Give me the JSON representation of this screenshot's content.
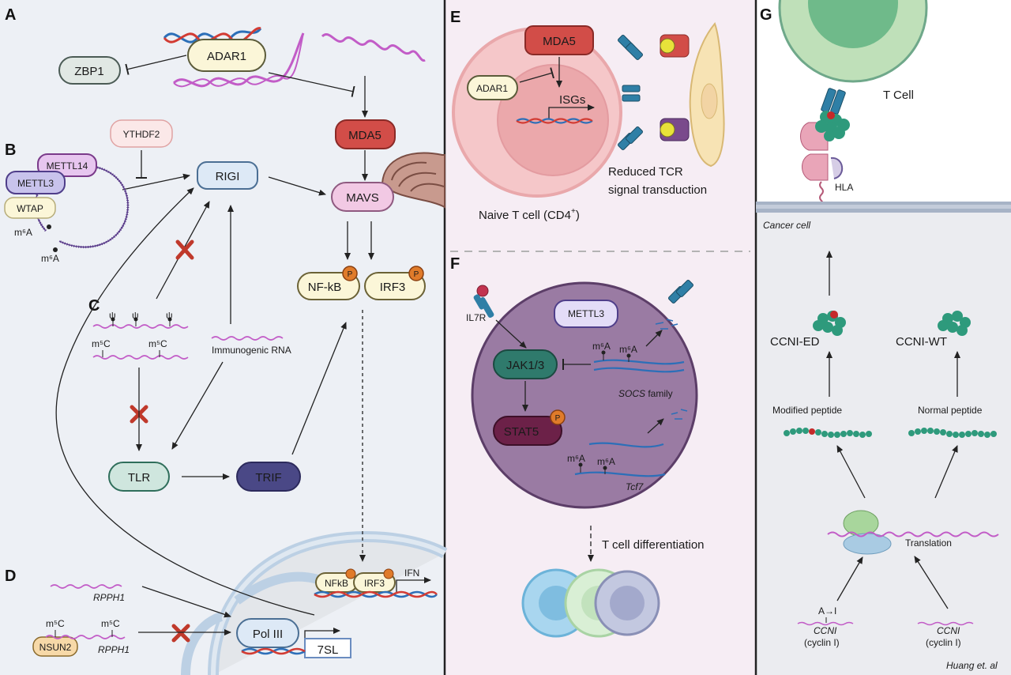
{
  "panels": {
    "a": "A",
    "b": "B",
    "c": "C",
    "d": "D",
    "e": "E",
    "f": "F",
    "g": "G"
  },
  "nodes": {
    "zbp1": "ZBP1",
    "adar1": "ADAR1",
    "mda5": "MDA5",
    "ythdf2": "YTHDF2",
    "rigi": "RIGI",
    "mavs": "MAVS",
    "nfkb": "NF-kB",
    "irf3": "IRF3",
    "mettl14": "METTL14",
    "mettl3": "METTL3",
    "wtap": "WTAP",
    "tlr": "TLR",
    "trif": "TRIF",
    "nfkb_nuc": "NFkB",
    "irf3_nuc": "IRF3",
    "pol3": "Pol III",
    "nsun2": "NSUN2",
    "sl7": "7SL",
    "e_mda5": "MDA5",
    "e_adar1": "ADAR1",
    "f_mettl3": "METTL3",
    "jak": "JAK1/3",
    "stat5": "STAT5",
    "phospho": "P"
  },
  "labels": {
    "m6a": "m⁶A",
    "m5c": "m⁵C",
    "psi": "ψ",
    "immunogenic_rna": "Immunogenic RNA",
    "ifn": "IFN",
    "rpph1": "RPPH1",
    "isgs": "ISGs",
    "reduced_tcr_1": "Reduced TCR",
    "reduced_tcr_2": "signal transduction",
    "naive_t": "Naive T cell (CD4",
    "naive_t_sup": "+",
    "naive_t_close": ")",
    "il7r": "IL7R",
    "socs": "SOCS",
    "socs_family": " family",
    "tcf7": "Tcf7",
    "t_diff": "T cell differentiation",
    "t_cell": "T Cell",
    "hla": "HLA",
    "cancer_cell": "Cancer cell",
    "ccni_ed": "CCNI-ED",
    "ccni_wt": "CCNI-WT",
    "modified_peptide": "Modified peptide",
    "normal_peptide": "Normal peptide",
    "translation": "Translation",
    "a_to_i": "A→I",
    "ccni": "CCNI",
    "cyclin": "(cyclin I)",
    "credit": "Huang et. al"
  },
  "colors": {
    "panel_left_bg": "#edf0f5",
    "panel_mid_bg": "#f6edf4",
    "panel_right_bg": "#ebecf0",
    "rna": "#c25cc7",
    "dna_blue": "#2c6fb8",
    "dna_red": "#d23b33",
    "inhibit_x": "#c0392b",
    "phospho": "#e07b2a"
  }
}
